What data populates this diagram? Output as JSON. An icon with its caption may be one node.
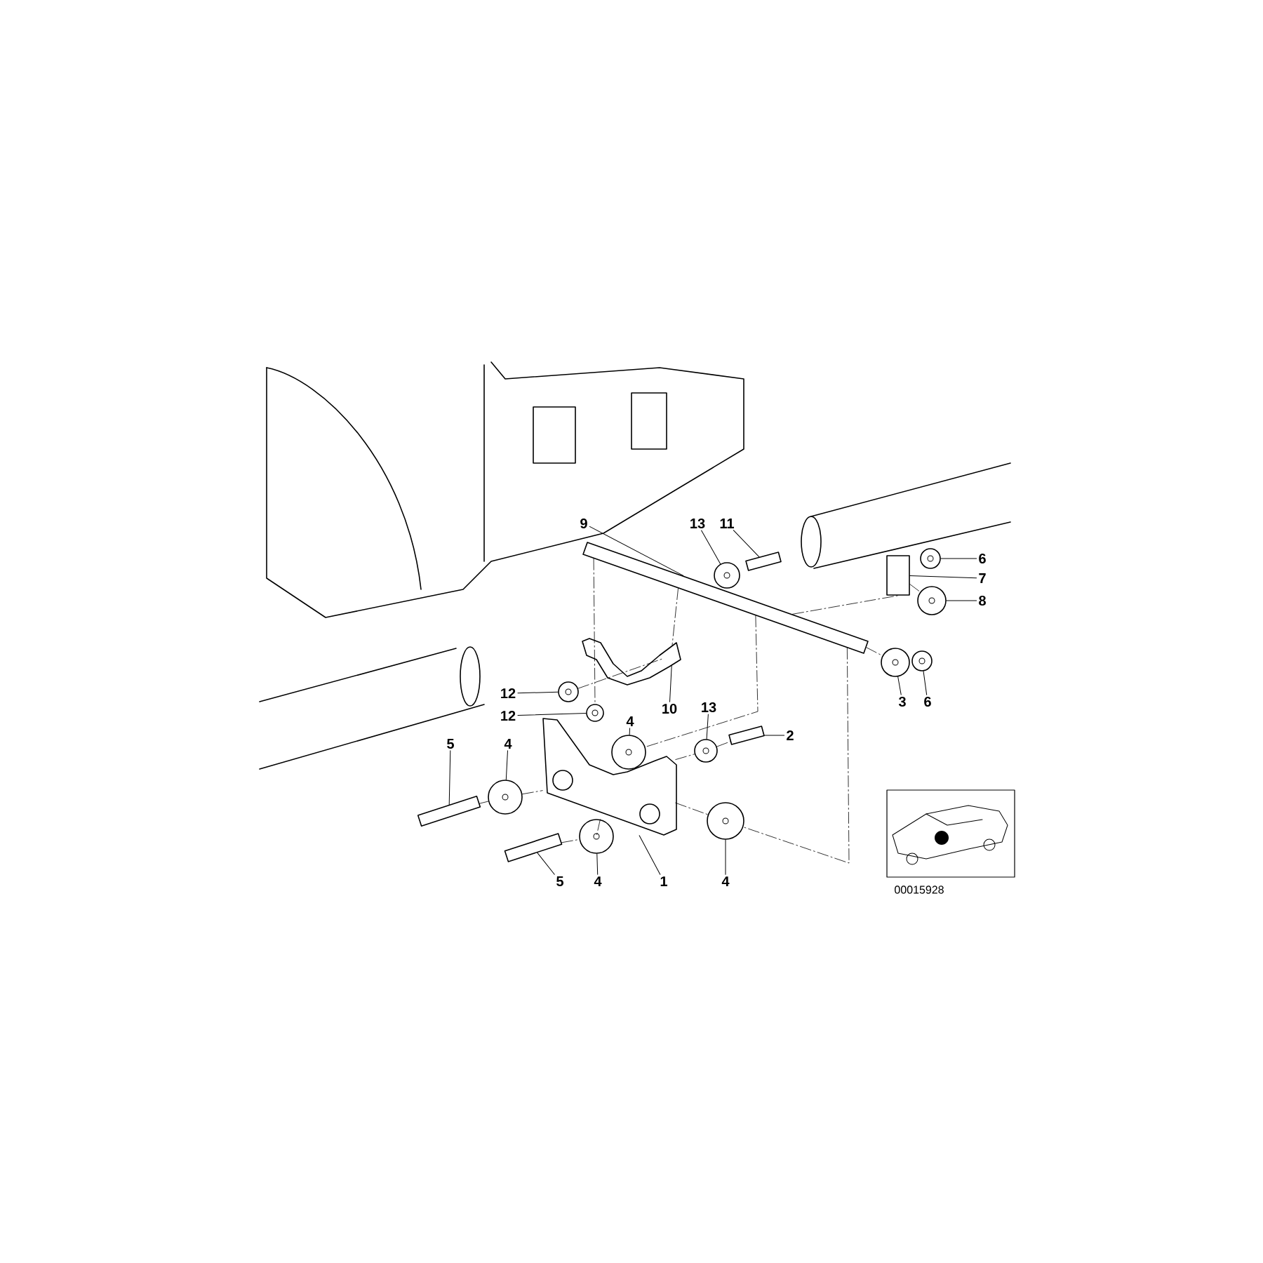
{
  "diagram": {
    "nodes": [
      {
        "text": [
          "9"
        ]
      },
      {
        "text": [
          "13"
        ]
      },
      {
        "text": [
          "11"
        ]
      },
      {
        "text": [
          "6"
        ]
      },
      {
        "text": [
          "7"
        ]
      },
      {
        "text": [
          "8"
        ]
      },
      {
        "text": [
          "12"
        ]
      },
      {
        "text": [
          "12"
        ]
      },
      {
        "text": [
          "4"
        ]
      },
      {
        "text": [
          "10"
        ]
      },
      {
        "text": [
          "13"
        ]
      },
      {
        "text": [
          "2"
        ]
      },
      {
        "text": [
          "3"
        ]
      },
      {
        "text": [
          "6"
        ]
      },
      {
        "text": [
          "5"
        ]
      },
      {
        "text": [
          "4"
        ]
      },
      {
        "text": [
          "5"
        ]
      },
      {
        "text": [
          "4"
        ]
      },
      {
        "text": [
          "1"
        ]
      },
      {
        "text": [
          "4"
        ]
      },
      {
        "text": [],
        "shape": "bar"
      },
      {
        "text": [],
        "shape": "circle"
      },
      {
        "text": [],
        "shape": "bar"
      },
      {
        "text": [],
        "shape": "circle"
      },
      {
        "text": [],
        "shape": "box"
      },
      {
        "text": [],
        "shape": "circle"
      },
      {
        "text": [],
        "shape": "circle"
      },
      {
        "text": [],
        "shape": "circle"
      },
      {
        "text": [],
        "shape": "circle"
      },
      {
        "text": [],
        "shape": "picture"
      },
      {
        "text": [],
        "shape": "circle"
      },
      {
        "text": [],
        "shape": "bar"
      },
      {
        "text": [],
        "shape": "circle"
      },
      {
        "text": [],
        "shape": "circle"
      },
      {
        "text": [],
        "shape": "bar"
      },
      {
        "text": [],
        "shape": "circle"
      },
      {
        "text": [],
        "shape": "bar"
      },
      {
        "text": [],
        "shape": "circle"
      },
      {
        "text": [],
        "shape": "picture"
      },
      {
        "text": [],
        "shape": "circle"
      }
    ],
    "edges": [
      {
        "from": 0,
        "to": 20,
        "arrow": "none"
      },
      {
        "from": 1,
        "to": 21,
        "arrow": "none"
      },
      {
        "from": 2,
        "to": 22,
        "arrow": "none"
      },
      {
        "from": 3,
        "to": 23,
        "arrow": "none"
      },
      {
        "from": 4,
        "to": 24,
        "arrow": "none"
      },
      {
        "from": 5,
        "to": 25,
        "arrow": "none"
      },
      {
        "from": 6,
        "to": 26,
        "arrow": "none"
      },
      {
        "from": 7,
        "to": 27,
        "arrow": "none"
      },
      {
        "from": 8,
        "to": 28,
        "arrow": "none"
      },
      {
        "from": 9,
        "to": 29,
        "arrow": "none"
      },
      {
        "from": 10,
        "to": 30,
        "arrow": "none"
      },
      {
        "from": 11,
        "to": 31,
        "arrow": "none"
      },
      {
        "from": 12,
        "to": 32,
        "arrow": "none"
      },
      {
        "from": 13,
        "to": 33,
        "arrow": "none"
      },
      {
        "from": 14,
        "to": 34,
        "arrow": "none"
      },
      {
        "from": 15,
        "to": 35,
        "arrow": "none"
      },
      {
        "from": 16,
        "to": 36,
        "arrow": "none"
      },
      {
        "from": 17,
        "to": 37,
        "arrow": "none"
      },
      {
        "from": 18,
        "to": 38,
        "arrow": "none"
      },
      {
        "from": 19,
        "to": 39,
        "arrow": "none"
      },
      {
        "from": 20,
        "to": 27,
        "arrow": "none",
        "style": "dashed"
      },
      {
        "from": 20,
        "to": 29,
        "arrow": "none",
        "style": "dashed"
      },
      {
        "from": 20,
        "to": 28,
        "arrow": "none",
        "style": "dashed"
      },
      {
        "from": 20,
        "to": 39,
        "arrow": "none",
        "style": "dashed"
      },
      {
        "from": 20,
        "to": 32,
        "arrow": "none",
        "style": "dashed"
      },
      {
        "from": 20,
        "to": 24,
        "arrow": "none",
        "style": "dashed"
      },
      {
        "from": 24,
        "to": 25,
        "arrow": "none",
        "style": "dashed"
      },
      {
        "from": 26,
        "to": 29,
        "arrow": "none",
        "style": "dashed"
      },
      {
        "from": 34,
        "to": 35,
        "arrow": "none",
        "style": "dashed"
      },
      {
        "from": 35,
        "to": 38,
        "arrow": "none",
        "style": "dashed"
      },
      {
        "from": 36,
        "to": 37,
        "arrow": "none",
        "style": "dashed"
      },
      {
        "from": 37,
        "to": 38,
        "arrow": "none",
        "style": "dashed"
      },
      {
        "from": 38,
        "to": 30,
        "arrow": "none",
        "style": "dashed"
      },
      {
        "from": 30,
        "to": 31,
        "arrow": "none",
        "style": "dashed"
      },
      {
        "from": 38,
        "to": 39,
        "arrow": "none",
        "style": "dashed"
      }
    ],
    "labels": [
      "00015928"
    ]
  }
}
